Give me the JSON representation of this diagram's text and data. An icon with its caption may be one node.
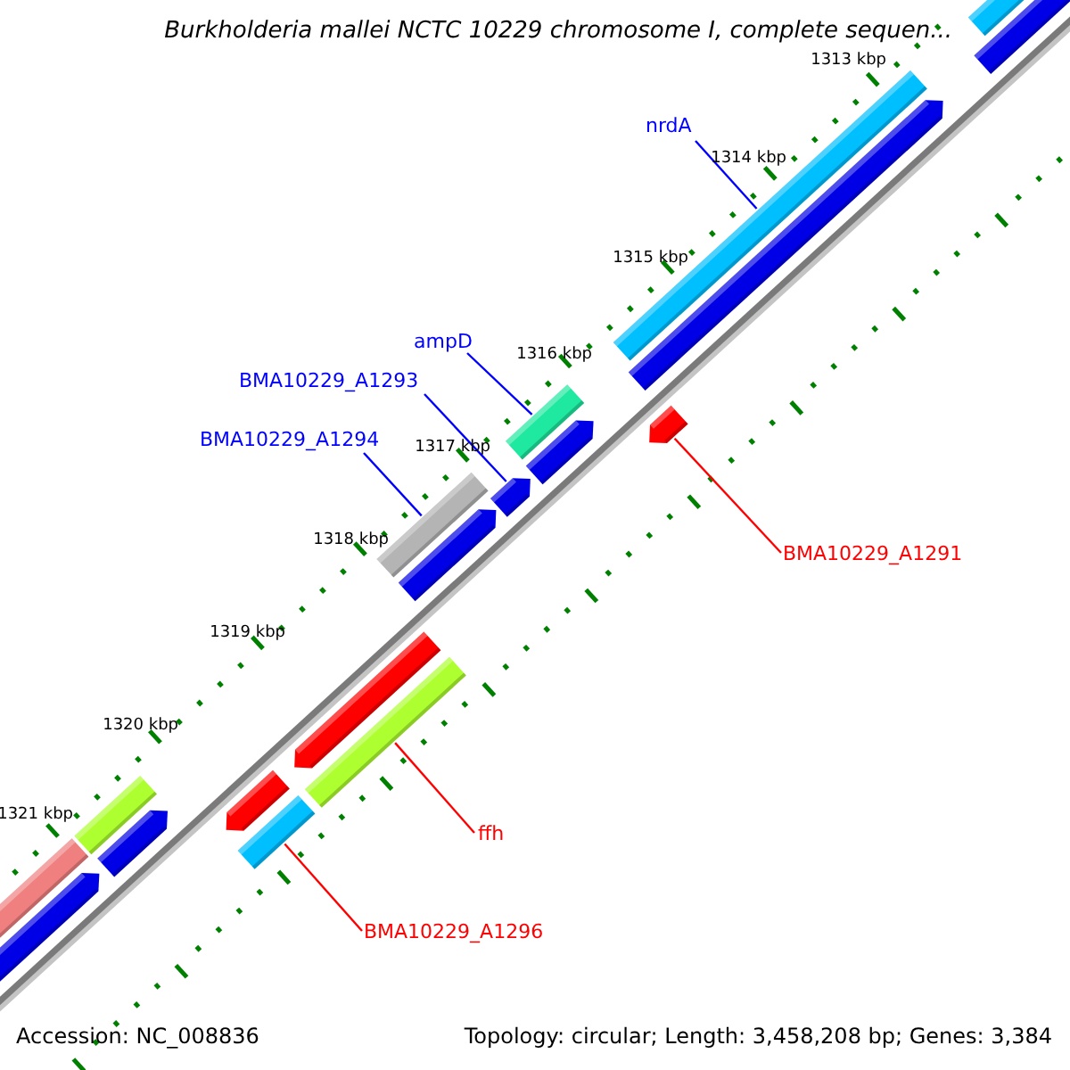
{
  "diagram": {
    "title": "Burkholderia mallei NCTC 10229 chromosome I, complete sequen...",
    "nodes": [
      {
        "text": [
          "nrdA"
        ]
      },
      {
        "text": [],
        "shape": "bar"
      },
      {
        "text": [
          "ampD"
        ]
      },
      {
        "text": [],
        "shape": "bar"
      },
      {
        "text": [
          "BMA10229_A1293"
        ]
      },
      {
        "text": [],
        "shape": "arrow"
      },
      {
        "text": [
          "BMA10229_A1294"
        ]
      },
      {
        "text": [],
        "shape": "bar"
      },
      {
        "text": [
          "BMA10229_A1291"
        ]
      },
      {
        "text": [],
        "shape": "arrow"
      },
      {
        "text": [
          "ffh"
        ]
      },
      {
        "text": [],
        "shape": "bar"
      },
      {
        "text": [
          "BMA10229_A1296"
        ]
      },
      {
        "text": [],
        "shape": "bar"
      }
    ],
    "edges": [
      {
        "from": 0,
        "to": 1,
        "arrow": "none"
      },
      {
        "from": 2,
        "to": 3,
        "arrow": "none"
      },
      {
        "from": 4,
        "to": 5,
        "arrow": "none"
      },
      {
        "from": 6,
        "to": 7,
        "arrow": "none"
      },
      {
        "from": 8,
        "to": 9,
        "arrow": "none",
        "color": "#ff0000"
      },
      {
        "from": 10,
        "to": 11,
        "arrow": "none",
        "color": "#ff0000"
      },
      {
        "from": 12,
        "to": 13,
        "arrow": "none",
        "color": "#ff0000"
      }
    ],
    "labels": [
      "1313 kbp",
      "1314 kbp",
      "1315 kbp",
      "1316 kbp",
      "1317 kbp",
      "1318 kbp",
      "1319 kbp",
      "1320 kbp",
      "1321 kbp",
      "Accession: NC_008836",
      "Topology: circular; Length: 3,458,208 bp; Genes: 3,384"
    ]
  }
}
